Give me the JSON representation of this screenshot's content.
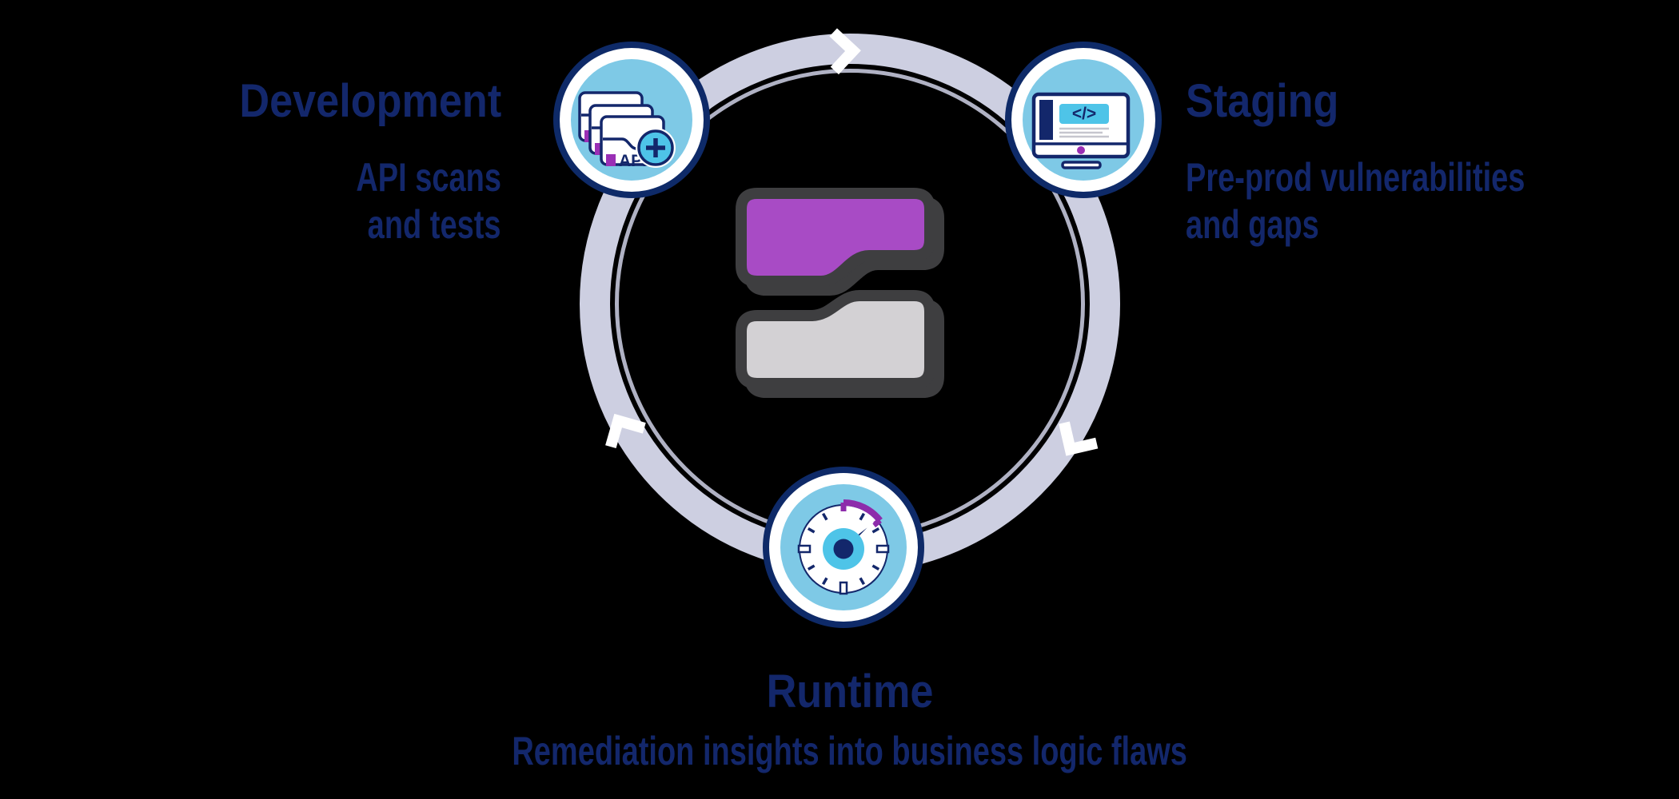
{
  "diagram": {
    "stages": {
      "development": {
        "title": "Development",
        "sub1": "API scans",
        "sub2": "and tests"
      },
      "staging": {
        "title": "Staging",
        "sub1": "Pre-prod vulnerabilities",
        "sub2": "and gaps"
      },
      "runtime": {
        "title": "Runtime",
        "sub1": "Remediation insights into business logic flaws"
      }
    },
    "icon_text": {
      "api_label": "API",
      "code_glyph": "</>"
    },
    "icons": {
      "development": "api-documents-add-icon",
      "staging": "code-monitor-icon",
      "runtime": "speedometer-icon",
      "ring_arrows": "chevron-arrow-icon",
      "center": "company-logo"
    },
    "colors": {
      "navy": "#13276b",
      "navy_ring": "#0e2a68",
      "sky_blue": "#7ec9e6",
      "bright_cyan": "#4ec4e8",
      "logo_purple": "#a84bc5",
      "accent_purple": "#9a2fb5",
      "arc_purple": "#8d2bab",
      "band_lavender": "#cdcfe1",
      "ring_gray": "#b0b2c4",
      "charcoal": "#3e3e40",
      "logo_gray": "#d3d1d4",
      "white": "#ffffff"
    }
  }
}
